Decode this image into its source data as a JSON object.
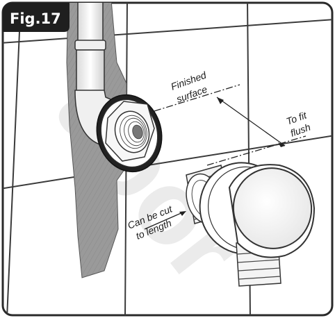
{
  "figure": {
    "badge": "Fig.17",
    "watermark": "apor",
    "labels": {
      "finished_surface_line1": "Finished",
      "finished_surface_line2": "surface",
      "to_fit_line1": "To fit",
      "to_fit_line2": "flush",
      "cut_line1": "Can be cut",
      "cut_line2": "to length"
    }
  },
  "colors": {
    "badge_bg": "#1f1f1f",
    "frame_border": "#2a2a2a",
    "tile_grout": "#3a3a3a",
    "wall_recess": "#9a9a9a",
    "watermark": "#e6e6e6"
  }
}
